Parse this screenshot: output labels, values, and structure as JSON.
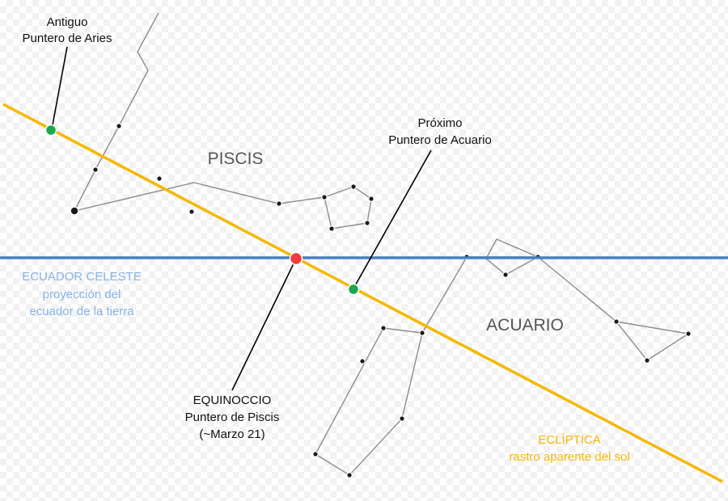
{
  "labels": {
    "antiguo_line1": "Antiguo",
    "antiguo_line2": "Puntero de Aries",
    "proximo_line1": "Próximo",
    "proximo_line2": "Puntero de Acuario",
    "piscis": "PISCIS",
    "acuario": "ACUARIO",
    "ecuador_line1": "ECUADOR CELESTE",
    "ecuador_line2": "proyección del",
    "ecuador_line3": "ecuador de la tierra",
    "equinoccio_line1": "EQUINOCCIO",
    "equinoccio_line2": "Puntero de Piscis",
    "equinoccio_line3": "(~Marzo 21)",
    "ecliptica_line1": "ECLÍPTICA",
    "ecliptica_line2": "rastro aparente del sol"
  },
  "colors": {
    "ecliptic": "#f5b800",
    "equator": "#4a7ec4",
    "equator_text": "#86b3e6",
    "ecliptic_text": "#f5b800",
    "equinox_point": "#f03c3c",
    "pointer_point": "#1aa84f",
    "constellation_line": "#8c8c8c",
    "star": "#1a1a1a"
  }
}
